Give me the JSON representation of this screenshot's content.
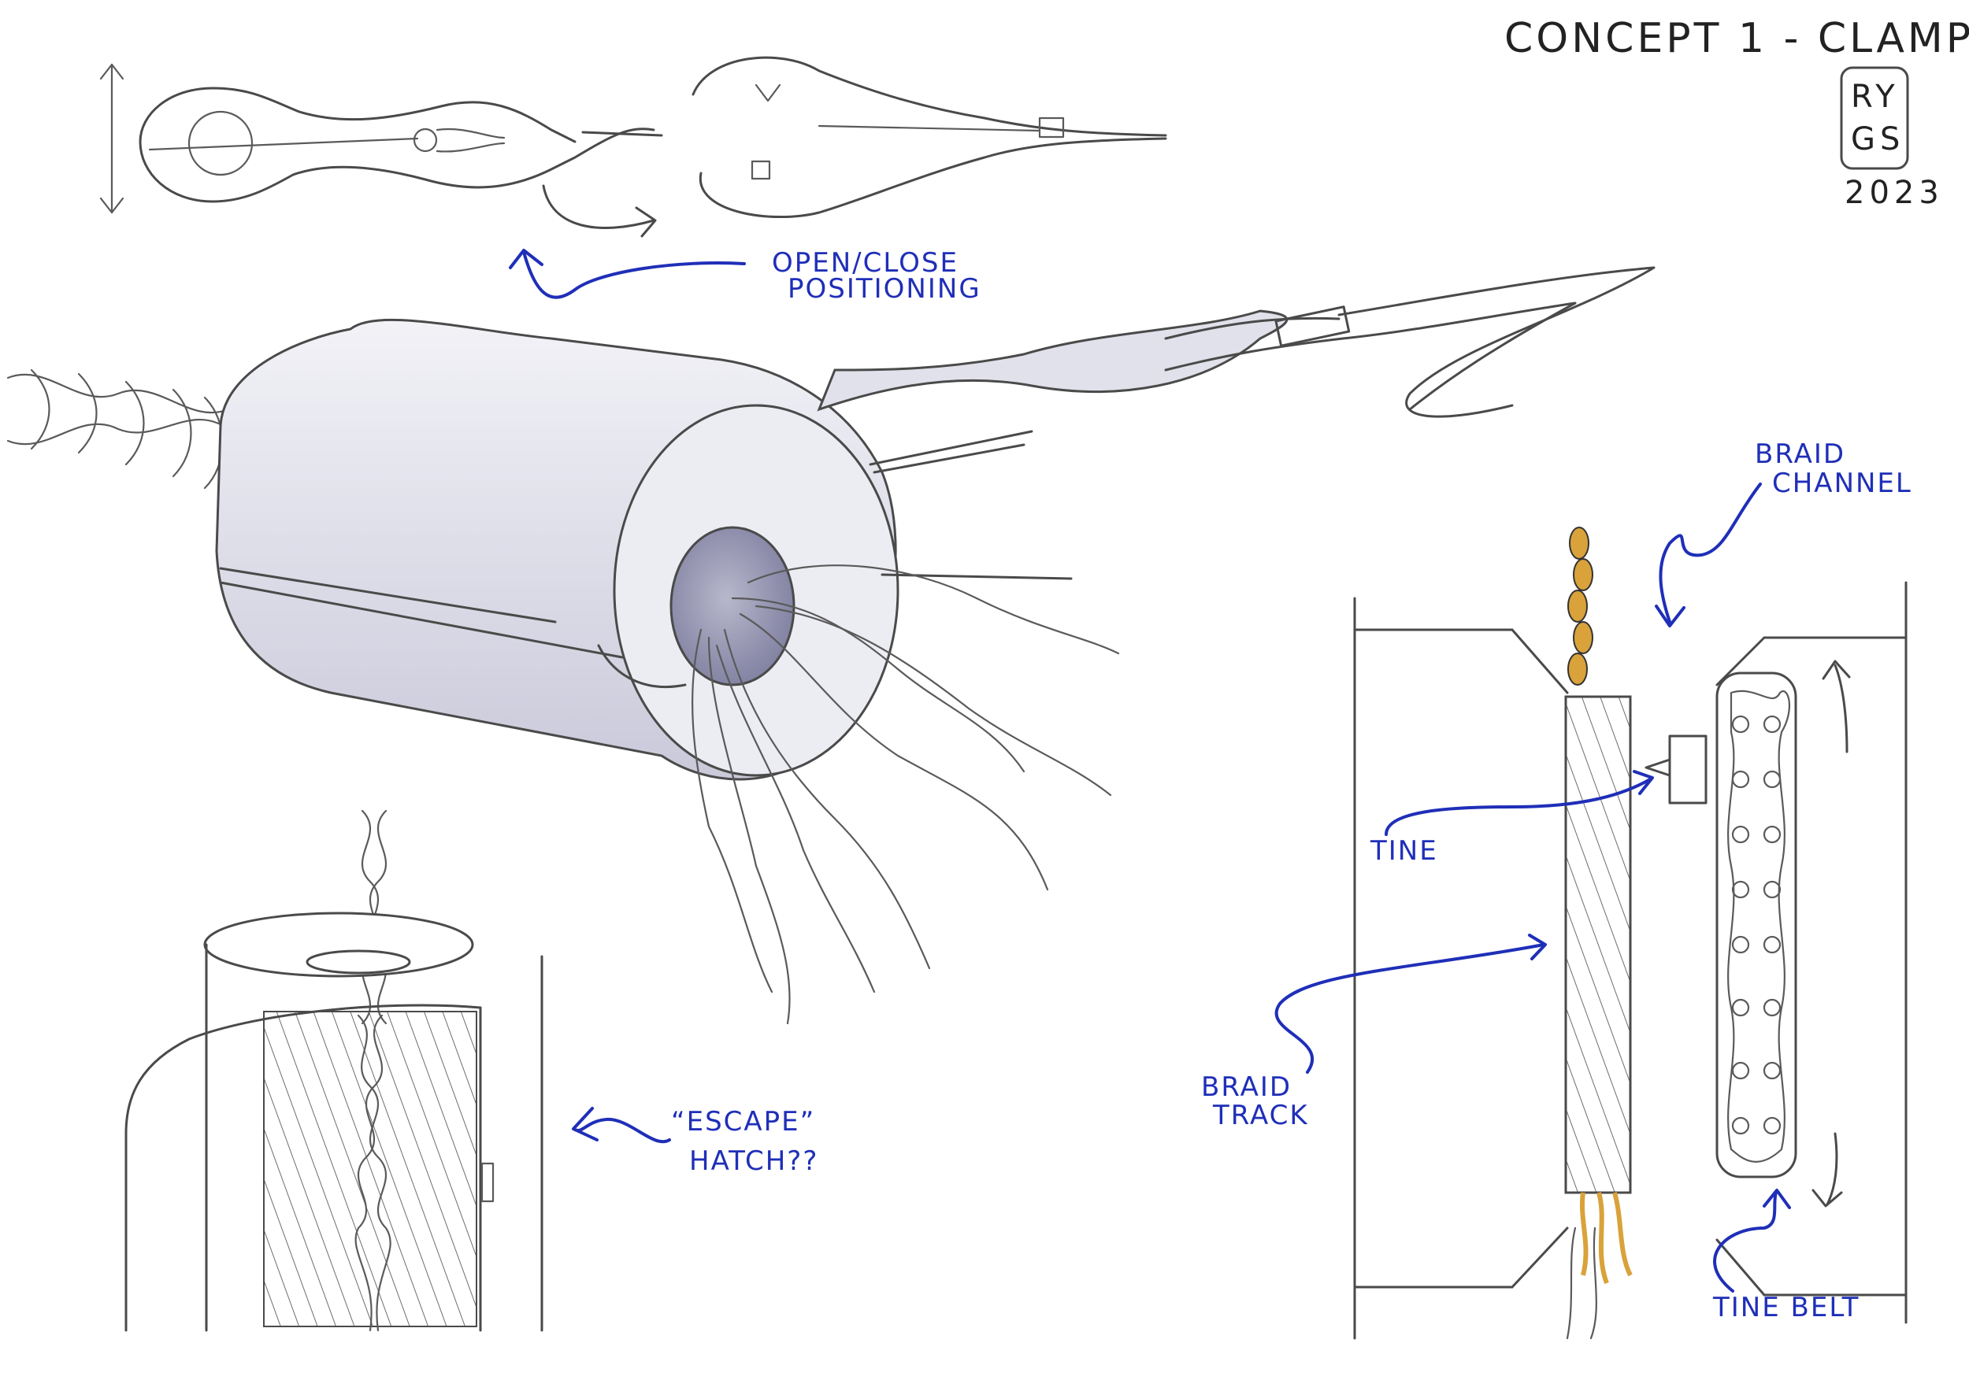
{
  "title": "CONCEPT 1 - CLAMP",
  "signature": {
    "line1": "RY",
    "line2": "GS",
    "year": "2023"
  },
  "annotations": {
    "open_close": {
      "line1": "OPEN/CLOSE",
      "line2": "POSITIONING"
    },
    "braid_channel": {
      "line1": "BRAID",
      "line2": "CHANNEL"
    },
    "tine": "TINE",
    "braid_track": {
      "line1": "BRAID",
      "line2": "TRACK"
    },
    "escape_hatch": {
      "line1": "“ESCAPE”",
      "line2": "HATCH??"
    },
    "tine_belt": "TINE BELT"
  },
  "colors": {
    "ink": "#4a4a4a",
    "annotation": "#1f2fb8",
    "body_fill": "#e3e3ee",
    "bore": "#8f8fae",
    "braid_gold": "#d9a23a"
  }
}
